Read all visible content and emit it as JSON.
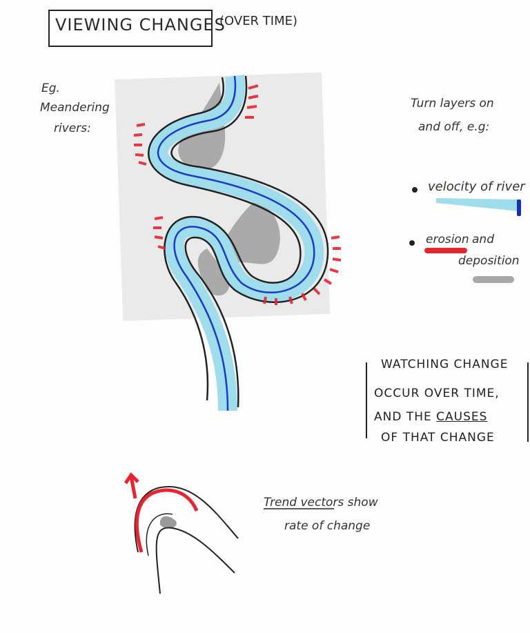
{
  "title": "VIEWING CHANGES",
  "subtitle": "(OVER TIME)",
  "example_label": [
    "Eg.",
    "Meandering",
    "rivers:"
  ],
  "layers_intro": [
    "Turn layers on",
    "and off, e.g:"
  ],
  "layers": [
    {
      "label": "velocity of river",
      "swatch_color": "#9fdcec",
      "accent_color": "#1030c0"
    },
    {
      "label_underlined": "erosion",
      "label_rest": "and",
      "label_line2": "deposition",
      "swatch_color": "#e8242e",
      "swatch2_color": "#a8a8a8"
    }
  ],
  "note": {
    "lines": [
      "WATCHING CHANGE",
      "OCCUR OVER TIME,"
    ],
    "line3_prefix": "AND THE ",
    "line3_underlined": "CAUSES",
    "line4": "OF THAT CHANGE"
  },
  "trend": {
    "underlined_prefix": "Trend",
    "underlined_word": "vectors",
    "suffix": "show",
    "line2": "rate of change"
  },
  "colors": {
    "river": "#9fdcec",
    "flow": "#1a3ac8",
    "erosion": "#e8242e",
    "deposition": "#9a9a9a",
    "background_wash": "#e3e3e3"
  }
}
